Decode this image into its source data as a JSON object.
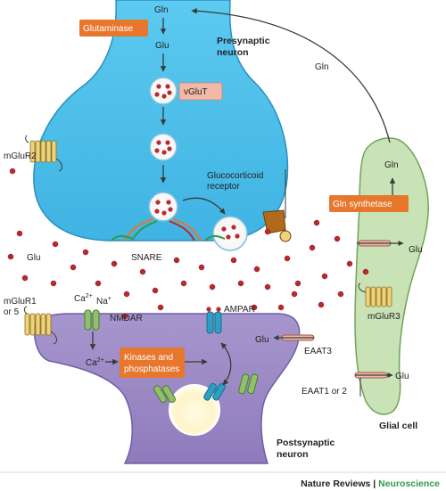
{
  "labels": {
    "gln_top": "Gln",
    "glutaminase": "Glutaminase",
    "glu_top": "Glu",
    "presynaptic": [
      "Presynaptic",
      "neuron"
    ],
    "vglut": "vGluT",
    "gln_right": "Gln",
    "mglur2": "mGluR2",
    "glucocorticoid": [
      "Glucocorticoid",
      "receptor"
    ],
    "gln_glial": "Gln",
    "gln_synthetase": "Gln synthetase",
    "glu_left": "Glu",
    "snare": "SNARE",
    "glu_glial": "Glu",
    "mglur1": [
      "mGluR1",
      "or 5"
    ],
    "ca_in": "Ca",
    "ca_in_sup": "2+",
    "na_in": "Na",
    "na_in_sup": "+",
    "nmdar": "NMDAR",
    "ampar": "AMPAR",
    "mglur3": "mGluR3",
    "ca_post": "Ca",
    "ca_post_sup": "2+",
    "kinases": [
      "Kinases and",
      "phosphatases"
    ],
    "glu_eaat3": "Glu",
    "eaat3": "EAAT3",
    "glu_eaat1": "Glu",
    "eaat1": "EAAT1 or 2",
    "glial_cell": "Glial cell",
    "postsynaptic": [
      "Postsynaptic",
      "neuron"
    ]
  },
  "footer": {
    "journal": "Nature Reviews",
    "separator": " | ",
    "section": "Neuroscience"
  },
  "colors": {
    "presynaptic_fill": "#4fc1ea",
    "postsynaptic_fill": "#9e8cc6",
    "glial_fill": "#c9e3b6",
    "enzyme_box": "#e8772e",
    "transporter_box": "#f2b8a8",
    "glutamate_dot": "#c0272d"
  }
}
